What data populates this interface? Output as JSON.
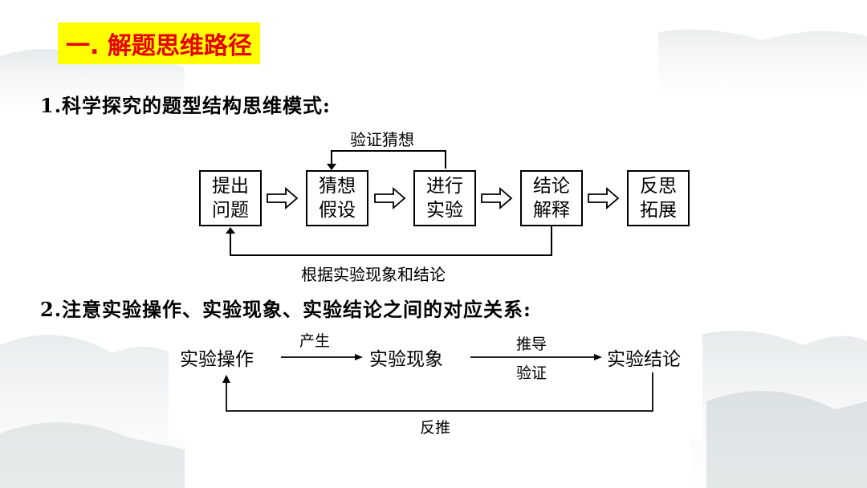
{
  "title": "一. 解题思维路径",
  "section1": {
    "heading": "1.科学探究的题型结构思维模式:",
    "boxes": [
      {
        "line1": "提出",
        "line2": "问题"
      },
      {
        "line1": "猜想",
        "line2": "假设"
      },
      {
        "line1": "进行",
        "line2": "实验"
      },
      {
        "line1": "结论",
        "line2": "解释"
      },
      {
        "line1": "反思",
        "line2": "拓展"
      }
    ],
    "loop_top_label": "验证猜想",
    "loop_bottom_label": "根据实验现象和结论"
  },
  "section2": {
    "heading": "2.注意实验操作、实验现象、实验结论之间的对应关系:",
    "nodes": [
      "实验操作",
      "实验现象",
      "实验结论"
    ],
    "arrow1_label": "产生",
    "arrow2_label_top": "推导",
    "arrow2_label_bottom": "验证",
    "feedback_label": "反推"
  }
}
